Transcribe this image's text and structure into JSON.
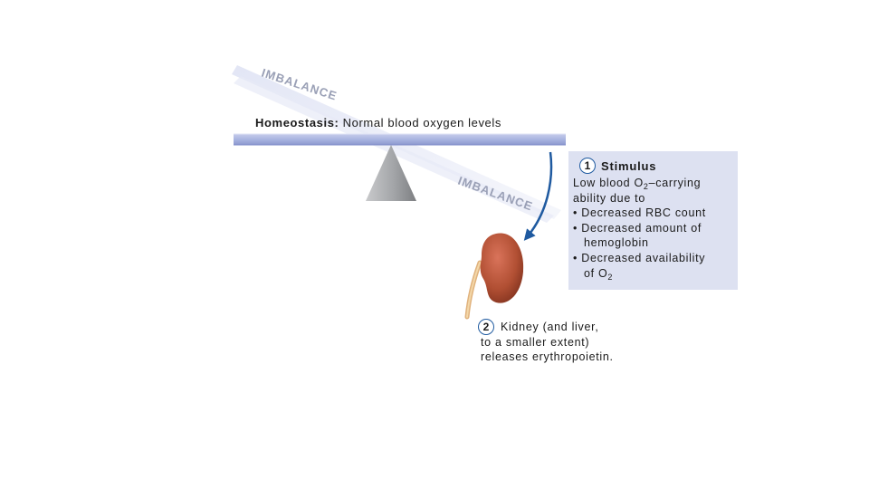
{
  "homeostasis": {
    "label": "Homeostasis:",
    "text": "Normal blood oxygen levels"
  },
  "imbalance_labels": [
    "IMBALANCE",
    "IMBALANCE"
  ],
  "step1": {
    "number": "1",
    "title": "Stimulus",
    "line1_pre": "Low blood O",
    "line1_sub": "2",
    "line1_post": "–carrying",
    "line2": "ability due to",
    "bullets": [
      "• Decreased RBC count",
      "• Decreased amount of",
      "hemoglobin",
      "• Decreased availability",
      "of O"
    ],
    "o2_sub": "2"
  },
  "step2": {
    "number": "2",
    "lines": [
      "Kidney (and liver,",
      "to a smaller extent)",
      "releases erythropoietin."
    ]
  },
  "colors": {
    "beam": "#a9b4e0",
    "beam_edge": "#7e8bc8",
    "fulcrum": "#a7a9ac",
    "arrow": "#1f5aa0",
    "stim_box": "#dde1f1",
    "kidney": "#b14f33"
  },
  "icons": [
    "kidney-icon",
    "feedback-arrow-icon"
  ]
}
